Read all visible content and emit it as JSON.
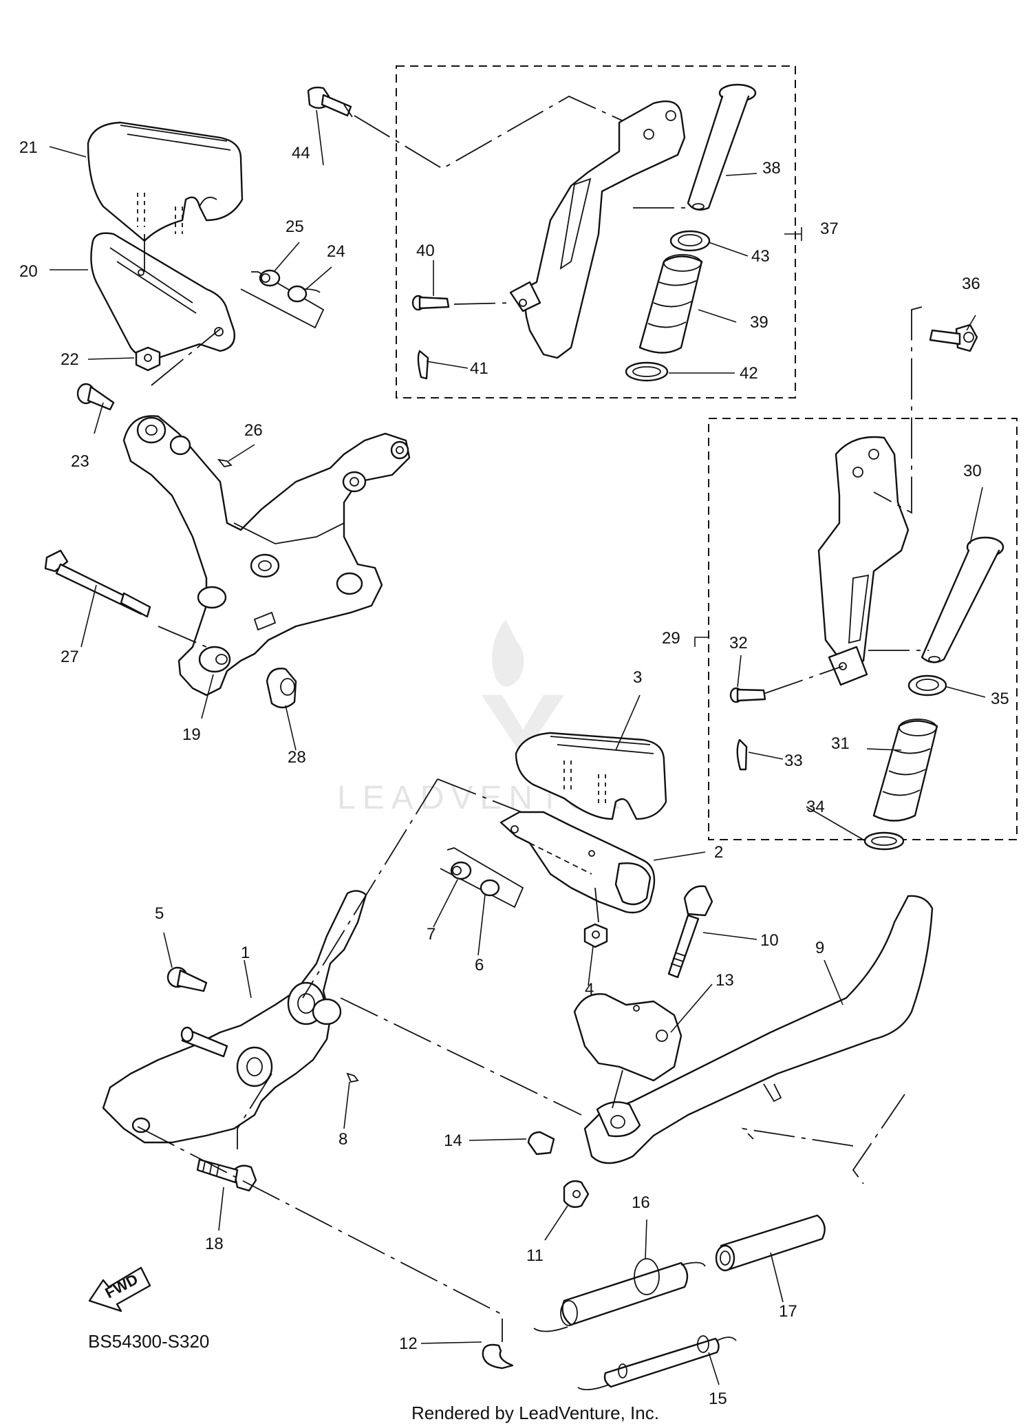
{
  "diagram": {
    "code": "BS54300-S320",
    "credit": "Rendered by LeadVenture, Inc.",
    "watermark": "LEADVENTURE",
    "fwd_label": "FWD",
    "callouts": [
      {
        "id": "1",
        "label": "1"
      },
      {
        "id": "2",
        "label": "2"
      },
      {
        "id": "3",
        "label": "3"
      },
      {
        "id": "4",
        "label": "4"
      },
      {
        "id": "5",
        "label": "5"
      },
      {
        "id": "6",
        "label": "6"
      },
      {
        "id": "7",
        "label": "7"
      },
      {
        "id": "8",
        "label": "8"
      },
      {
        "id": "9",
        "label": "9"
      },
      {
        "id": "10",
        "label": "10"
      },
      {
        "id": "11",
        "label": "11"
      },
      {
        "id": "12",
        "label": "12"
      },
      {
        "id": "13",
        "label": "13"
      },
      {
        "id": "14",
        "label": "14"
      },
      {
        "id": "15",
        "label": "15"
      },
      {
        "id": "16",
        "label": "16"
      },
      {
        "id": "17",
        "label": "17"
      },
      {
        "id": "18",
        "label": "18"
      },
      {
        "id": "19",
        "label": "19"
      },
      {
        "id": "20",
        "label": "20"
      },
      {
        "id": "21",
        "label": "21"
      },
      {
        "id": "22",
        "label": "22"
      },
      {
        "id": "23",
        "label": "23"
      },
      {
        "id": "24",
        "label": "24"
      },
      {
        "id": "25",
        "label": "25"
      },
      {
        "id": "26",
        "label": "26"
      },
      {
        "id": "27",
        "label": "27"
      },
      {
        "id": "28",
        "label": "28"
      },
      {
        "id": "29",
        "label": "29"
      },
      {
        "id": "30",
        "label": "30"
      },
      {
        "id": "31",
        "label": "31"
      },
      {
        "id": "32",
        "label": "32"
      },
      {
        "id": "33",
        "label": "33"
      },
      {
        "id": "34",
        "label": "34"
      },
      {
        "id": "35",
        "label": "35"
      },
      {
        "id": "36",
        "label": "36"
      },
      {
        "id": "37",
        "label": "37"
      },
      {
        "id": "38",
        "label": "38"
      },
      {
        "id": "39",
        "label": "39"
      },
      {
        "id": "40",
        "label": "40"
      },
      {
        "id": "41",
        "label": "41"
      },
      {
        "id": "42",
        "label": "42"
      },
      {
        "id": "43",
        "label": "43"
      },
      {
        "id": "44",
        "label": "44"
      }
    ]
  }
}
